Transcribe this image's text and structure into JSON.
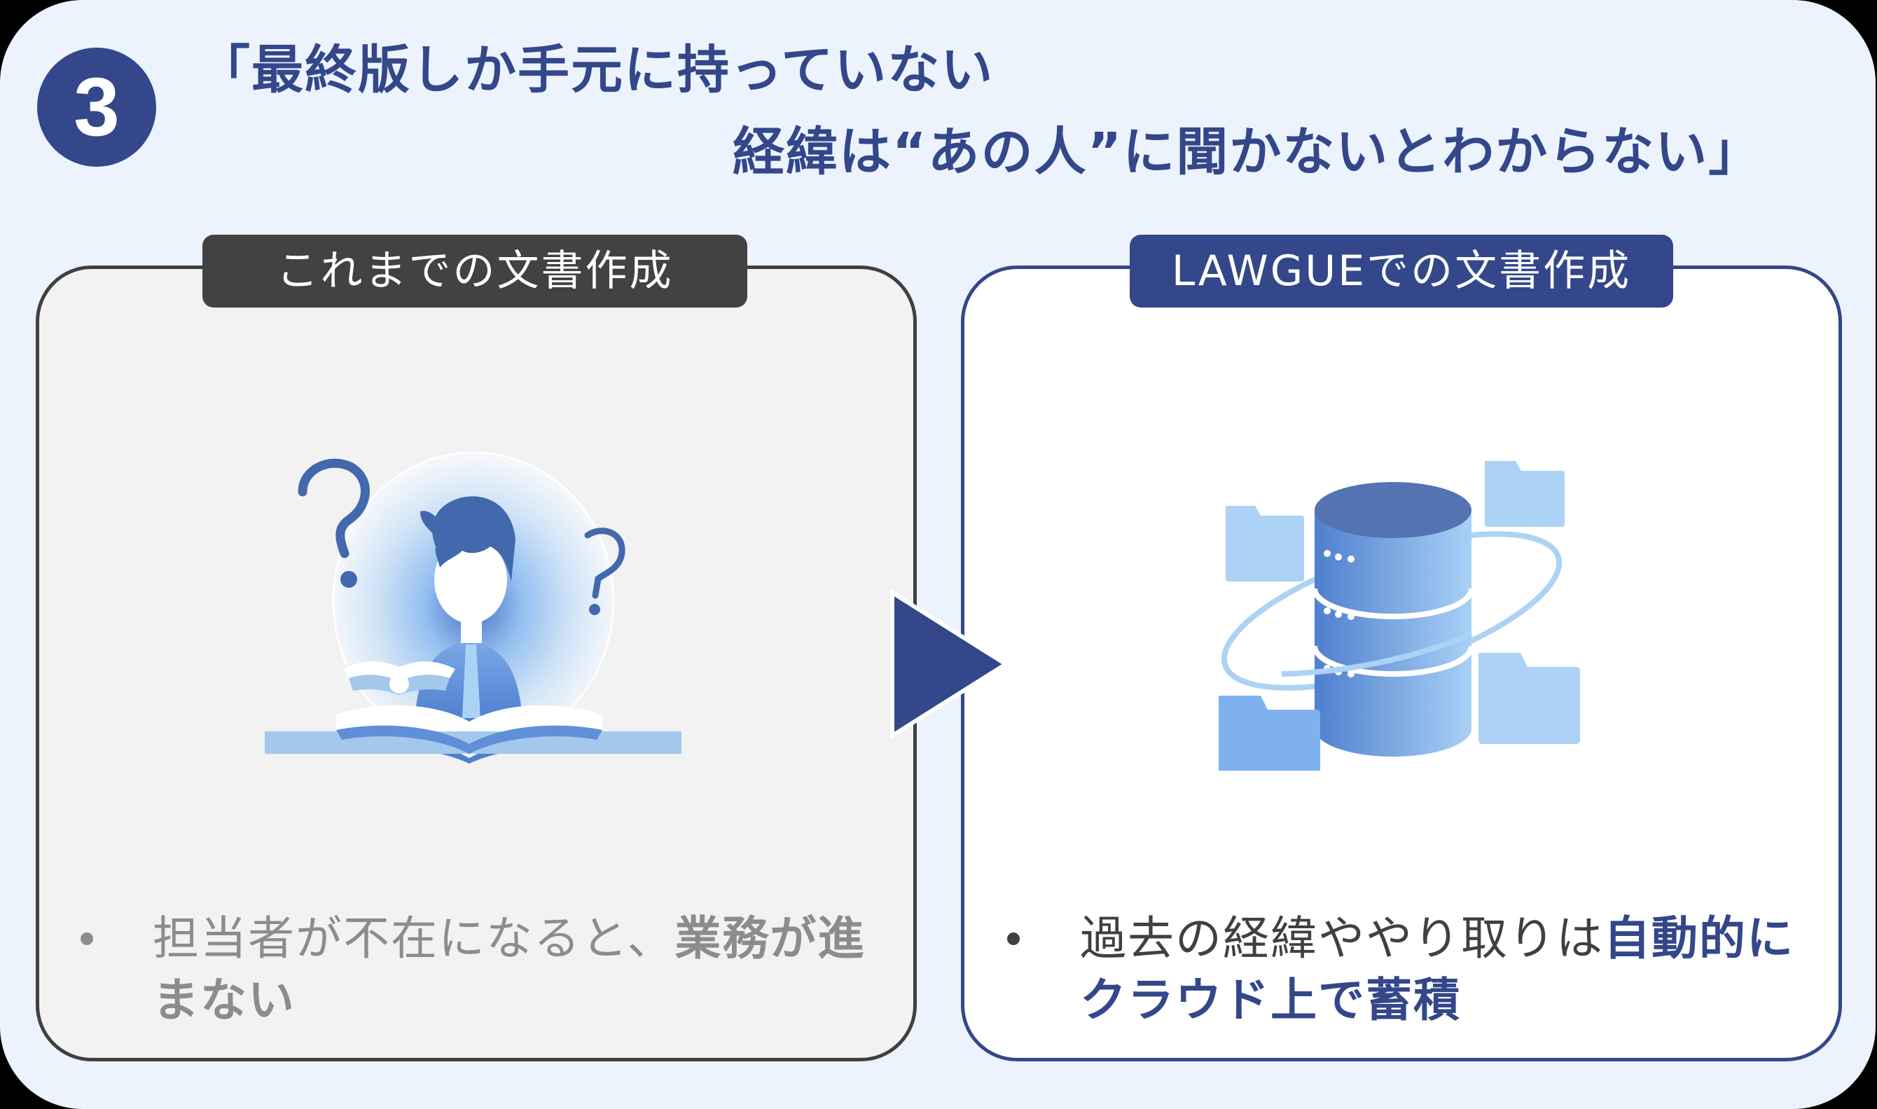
{
  "header": {
    "step_number": "3",
    "title_line_1": "「最終版しか手元に持っていない",
    "title_line_2": "経緯は“あの人”に聞かないとわからない」"
  },
  "before": {
    "label": "これまでの文書作成",
    "illustration": "person-confused-reading-icon",
    "bullet": {
      "text_normal": "担当者が不在になると、",
      "text_bold": "業務が進まない"
    }
  },
  "after": {
    "label": "LAWGUEでの文書作成",
    "illustration": "cloud-database-folders-icon",
    "bullet": {
      "text_normal": "過去の経緯ややり取りは",
      "text_bold": "自動的にクラウド上で蓄積"
    }
  },
  "arrow": {
    "direction": "right",
    "icon": "triangle-right-arrow-icon"
  },
  "colors": {
    "brand_navy": "#33478a",
    "panel_bg": "#ecf3fc",
    "before_card_bg": "#f2f2f2",
    "before_border": "#404040",
    "before_text": "#8c8c8c",
    "after_text": "#404040",
    "illustration_blue": "#4f74b8",
    "illustration_light_blue": "#acd3f5"
  }
}
